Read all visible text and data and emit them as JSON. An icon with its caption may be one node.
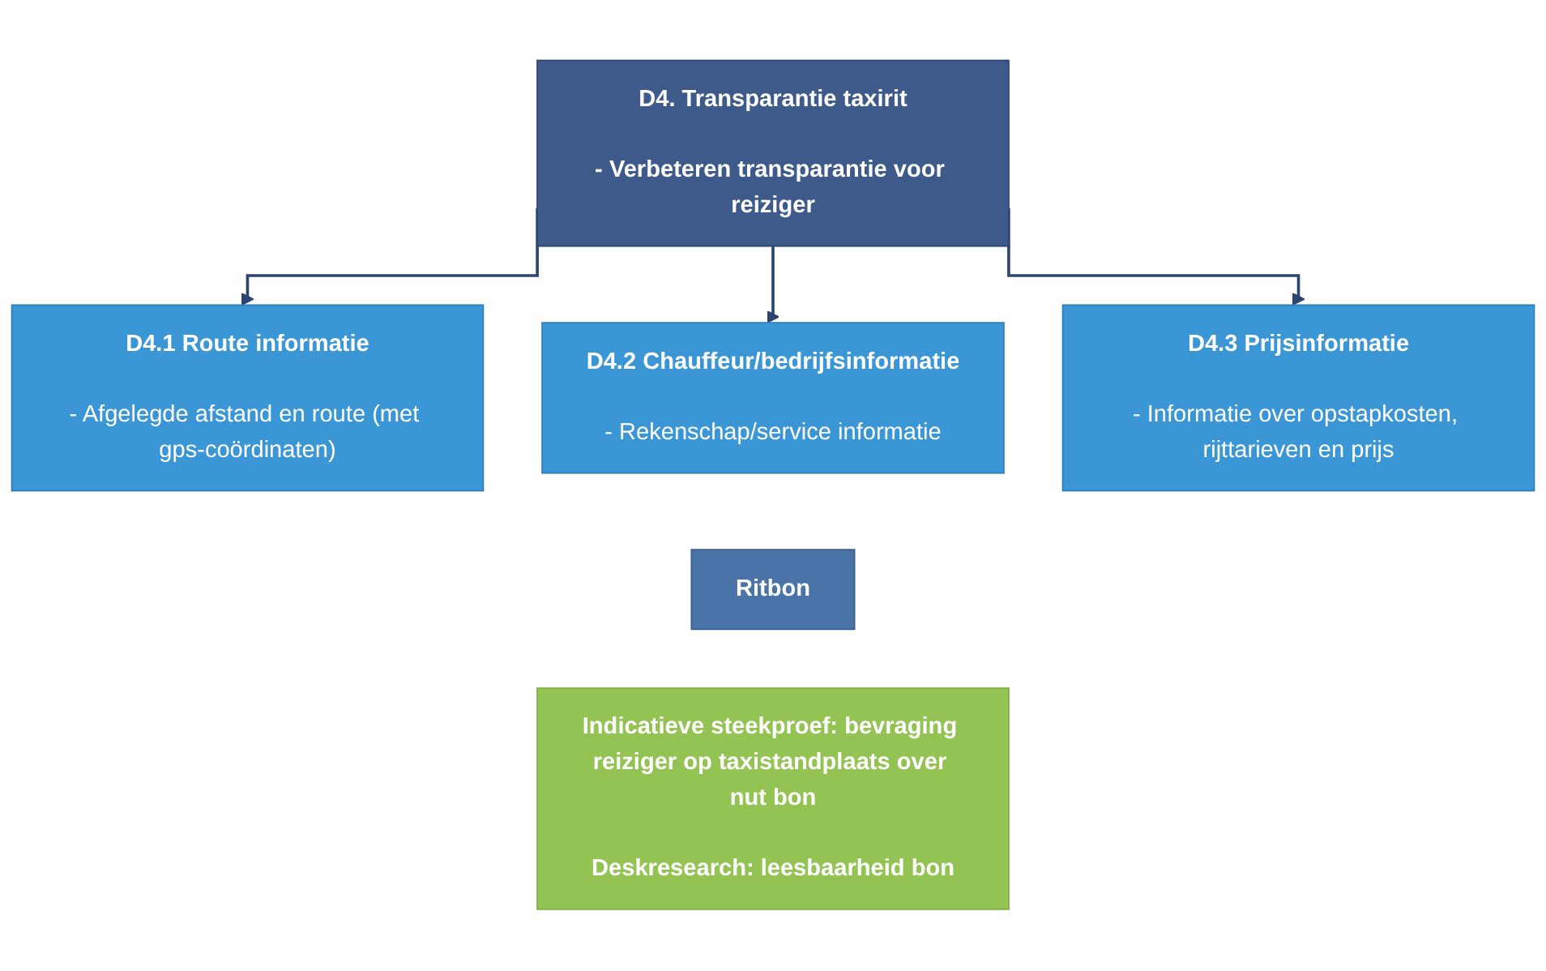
{
  "diagram": {
    "nodes": [
      {
        "text": [
          "D4. Transparantie taxirit",
          "- Verbeteren transparantie voor reiziger"
        ]
      },
      {
        "text": [
          "D4.1 Route informatie",
          "- Afgelegde afstand en route (met gps-coördinaten)"
        ]
      },
      {
        "text": [
          "D4.2 Chauffeur/bedrijfsinformatie",
          "- Rekenschap/service informatie"
        ]
      },
      {
        "text": [
          "D4.3 Prijsinformatie",
          "- Informatie over opstapkosten, rijttarieven en prijs"
        ]
      },
      {
        "text": [
          "Ritbon"
        ]
      },
      {
        "text": [
          "Indicatieve steekproef: bevraging reiziger op taxistandplaats over nut bon",
          "Deskresearch: leesbaarheid bon"
        ]
      }
    ],
    "edges": [
      {
        "from": 0,
        "to": 1,
        "arrow": "to"
      },
      {
        "from": 0,
        "to": 2,
        "arrow": "to"
      },
      {
        "from": 0,
        "to": 3,
        "arrow": "to"
      }
    ]
  }
}
